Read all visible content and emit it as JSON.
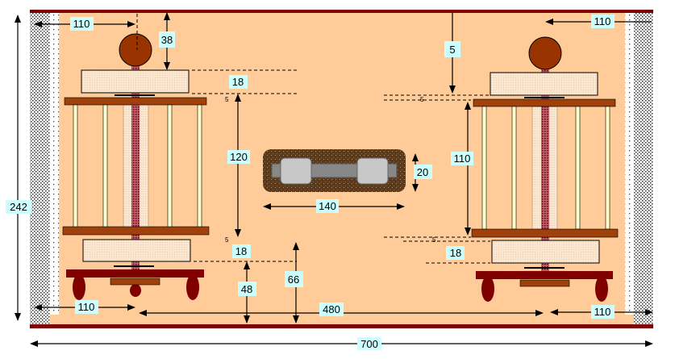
{
  "colors": {
    "background": "#FFCC99",
    "frame": "#800000",
    "plate": "#A0400A",
    "ball": "#993300",
    "label_box": "#CCFFFF",
    "column": "#FFFFCC",
    "center_element": "#5A3A1A"
  },
  "labels": {
    "top_left_offset": "110",
    "top_gap": "38",
    "top_left_block": "18",
    "left_column_height": "120",
    "total_height": "242",
    "element_length": "140",
    "element_height": "20",
    "right_column_height": "110",
    "right_top_gap": "5",
    "top_right_offset": "110",
    "right_bottom_block": "18",
    "left_bottom_block": "18",
    "base_height": "48",
    "element_floor_height": "66",
    "bottom_left_offset": "110",
    "center_distance": "480",
    "bottom_right_offset": "110",
    "total_width": "700",
    "small_gap_1": "5",
    "small_gap_2": "5",
    "small_gap_3": "5",
    "small_gap_4": "5"
  }
}
